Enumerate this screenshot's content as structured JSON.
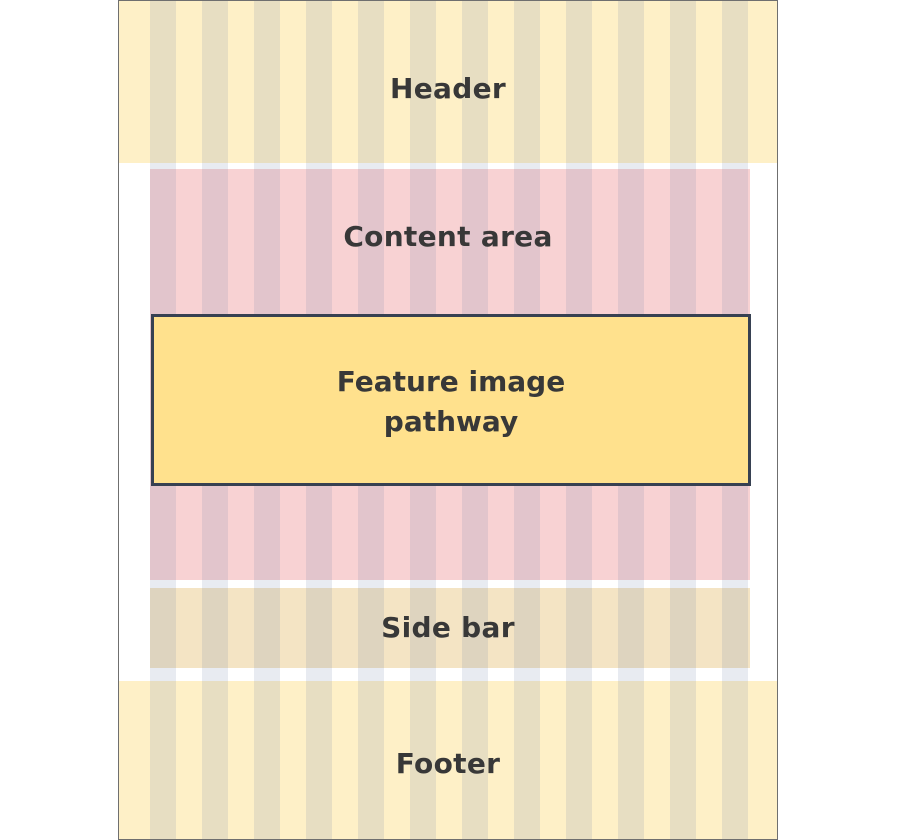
{
  "regions": {
    "header": "Header",
    "content_area": "Content area",
    "feature_line1": "Feature image",
    "feature_line2": "pathway",
    "side_bar": "Side bar",
    "footer": "Footer"
  },
  "grid": {
    "columns": 12
  },
  "colors": {
    "header_footer_fill": "#fef0c7",
    "content_fill": "#f8d2d3",
    "sidebar_fill": "#f4e4c4",
    "feature_fill": "#ffe18d",
    "feature_border": "#374152",
    "column_overlay": "#6e82aa",
    "text": "#383838"
  }
}
